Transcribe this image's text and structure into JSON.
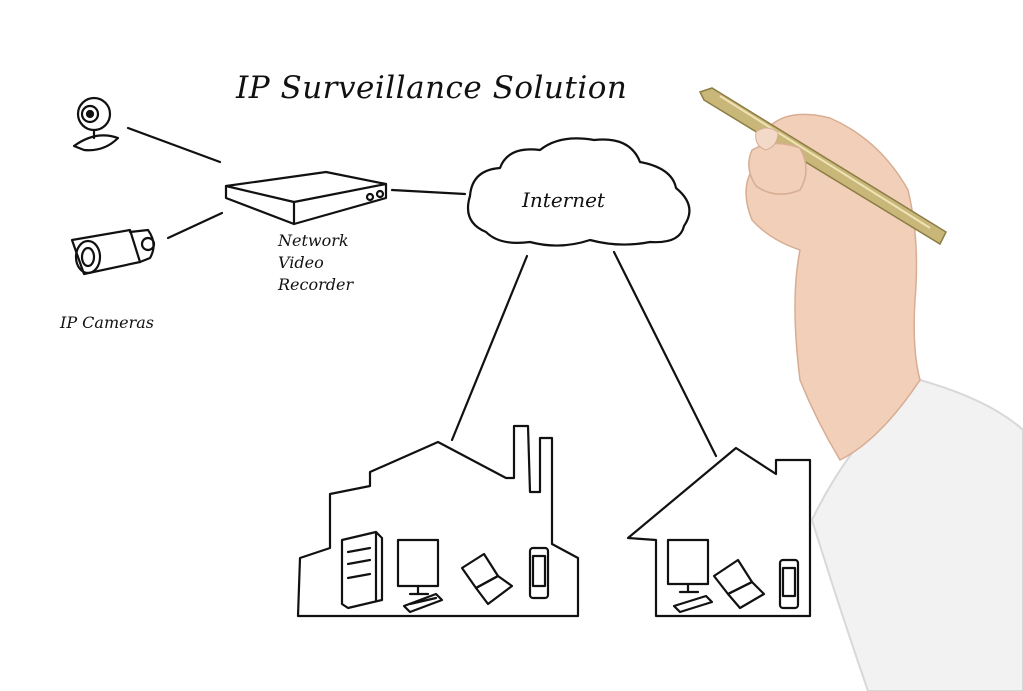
{
  "title": "IP Surveillance Solution",
  "cloud_label": "Internet",
  "recorder_label": [
    "Network",
    "Video",
    "Recorder"
  ],
  "cameras_label": "IP Cameras",
  "colors": {
    "ink": "#111111",
    "pen_gold": "#c9b77a",
    "sleeve": "#f2f2f2",
    "skin": "#f1cfb8"
  },
  "icons": [
    "webcam-icon",
    "bullet-camera-icon",
    "nvr-box-icon",
    "cloud-icon",
    "factory-building",
    "house-building",
    "server-tower-icon",
    "monitor-icon",
    "keyboard-icon",
    "laptop-icon",
    "phone-icon",
    "hand-with-pen"
  ]
}
